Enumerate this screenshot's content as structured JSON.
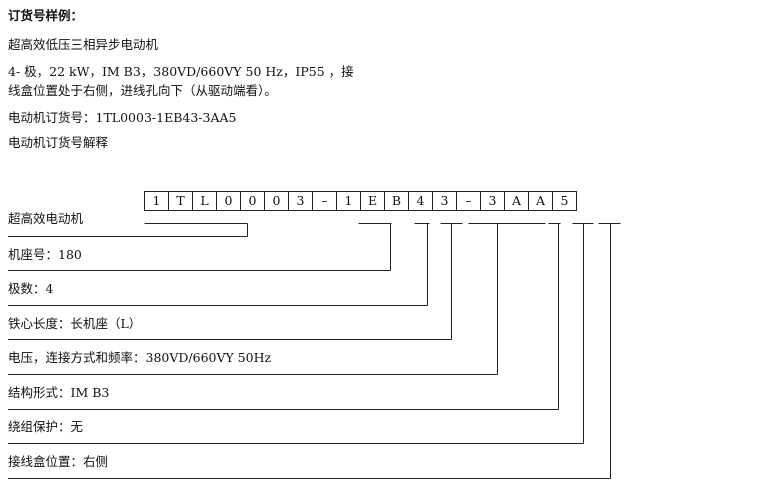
{
  "heading": "订货号样例：",
  "product": "超高效低压三相异步电动机",
  "spec_line1": "4- 极，22 kW，IM B3，380VD/660VY 50 Hz，IP55 ，接",
  "spec_line2": "线盒位置处于右侧，进线孔向下（从驱动端看）。",
  "order_number_line": "电动机订货号：1TL0003-1EB43-3AA5",
  "explain_title": "电动机订货号解释",
  "code_chars": [
    "1",
    "T",
    "L",
    "0",
    "0",
    "0",
    "3",
    "–",
    "1",
    "E",
    "B",
    "4",
    "3",
    "–",
    "3",
    "A",
    "A",
    "5"
  ],
  "explanations": [
    "超高效电动机",
    "机座号：180",
    "极数：4",
    "铁心长度：长机座（L）",
    "电压，连接方式和频率：380VD/660VY 50Hz",
    "结构形式：IM B3",
    "绕组保护：无",
    "接线盒位置：右侧"
  ]
}
